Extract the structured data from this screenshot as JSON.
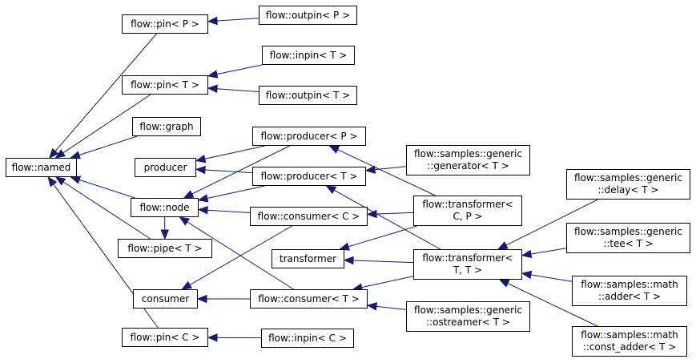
{
  "colors": {
    "edge": "#191970",
    "node_border": "#000000",
    "node_fill": "#ffffff"
  },
  "nodes": {
    "named": {
      "lines": [
        "flow::named"
      ]
    },
    "pin_p": {
      "lines": [
        "flow::pin< P >"
      ]
    },
    "outpin_p": {
      "lines": [
        "flow::outpin< P >"
      ]
    },
    "pin_t": {
      "lines": [
        "flow::pin< T >"
      ]
    },
    "inpin_t": {
      "lines": [
        "flow::inpin< T >"
      ]
    },
    "outpin_t": {
      "lines": [
        "flow::outpin< T >"
      ]
    },
    "graph": {
      "lines": [
        "flow::graph"
      ]
    },
    "producer": {
      "lines": [
        "producer"
      ]
    },
    "producer_p": {
      "lines": [
        "flow::producer< P >"
      ]
    },
    "producer_t": {
      "lines": [
        "flow::producer< T >"
      ]
    },
    "generator": {
      "lines": [
        "flow::samples::generic",
        "::generator< T >"
      ]
    },
    "node": {
      "lines": [
        "flow::node"
      ]
    },
    "consumer_c": {
      "lines": [
        "flow::consumer< C >"
      ]
    },
    "transformer_cp": {
      "lines": [
        "flow::transformer<",
        "C, P >"
      ]
    },
    "pipe_t": {
      "lines": [
        "flow::pipe< T >"
      ]
    },
    "transformer": {
      "lines": [
        "transformer"
      ]
    },
    "transformer_tt": {
      "lines": [
        "flow::transformer<",
        "T, T >"
      ]
    },
    "delay": {
      "lines": [
        "flow::samples::generic",
        "::delay< T >"
      ]
    },
    "tee": {
      "lines": [
        "flow::samples::generic",
        "::tee< T >"
      ]
    },
    "consumer": {
      "lines": [
        "consumer"
      ]
    },
    "consumer_t": {
      "lines": [
        "flow::consumer< T >"
      ]
    },
    "ostreamer": {
      "lines": [
        "flow::samples::generic",
        "::ostreamer< T >"
      ]
    },
    "adder": {
      "lines": [
        "flow::samples::math",
        "::adder< T >"
      ]
    },
    "pin_c": {
      "lines": [
        "flow::pin< C >"
      ]
    },
    "inpin_c": {
      "lines": [
        "flow::inpin< C >"
      ]
    },
    "const_adder": {
      "lines": [
        "flow::samples::math",
        "::const_adder< T >"
      ]
    }
  },
  "edges": [
    {
      "from": "pin_p",
      "to": "named"
    },
    {
      "from": "pin_t",
      "to": "named"
    },
    {
      "from": "graph",
      "to": "named"
    },
    {
      "from": "node",
      "to": "named"
    },
    {
      "from": "pipe_t",
      "to": "named"
    },
    {
      "from": "pin_c",
      "to": "named"
    },
    {
      "from": "outpin_p",
      "to": "pin_p"
    },
    {
      "from": "inpin_t",
      "to": "pin_t"
    },
    {
      "from": "outpin_t",
      "to": "pin_t"
    },
    {
      "from": "inpin_c",
      "to": "pin_c"
    },
    {
      "from": "producer_p",
      "to": "producer"
    },
    {
      "from": "producer_t",
      "to": "producer"
    },
    {
      "from": "producer_p",
      "to": "node"
    },
    {
      "from": "producer_t",
      "to": "node"
    },
    {
      "from": "consumer_c",
      "to": "node"
    },
    {
      "from": "consumer_t",
      "to": "node"
    },
    {
      "from": "node",
      "to": "pipe_t"
    },
    {
      "from": "consumer_c",
      "to": "consumer"
    },
    {
      "from": "consumer_t",
      "to": "consumer"
    },
    {
      "from": "generator",
      "to": "producer_t"
    },
    {
      "from": "transformer_cp",
      "to": "producer_p"
    },
    {
      "from": "transformer_cp",
      "to": "consumer_c"
    },
    {
      "from": "transformer_tt",
      "to": "producer_t"
    },
    {
      "from": "transformer_tt",
      "to": "consumer_t"
    },
    {
      "from": "transformer_cp",
      "to": "transformer"
    },
    {
      "from": "transformer_tt",
      "to": "transformer"
    },
    {
      "from": "ostreamer",
      "to": "consumer_t"
    },
    {
      "from": "delay",
      "to": "transformer_tt"
    },
    {
      "from": "tee",
      "to": "transformer_tt"
    },
    {
      "from": "adder",
      "to": "transformer_tt"
    },
    {
      "from": "const_adder",
      "to": "transformer_tt"
    }
  ]
}
